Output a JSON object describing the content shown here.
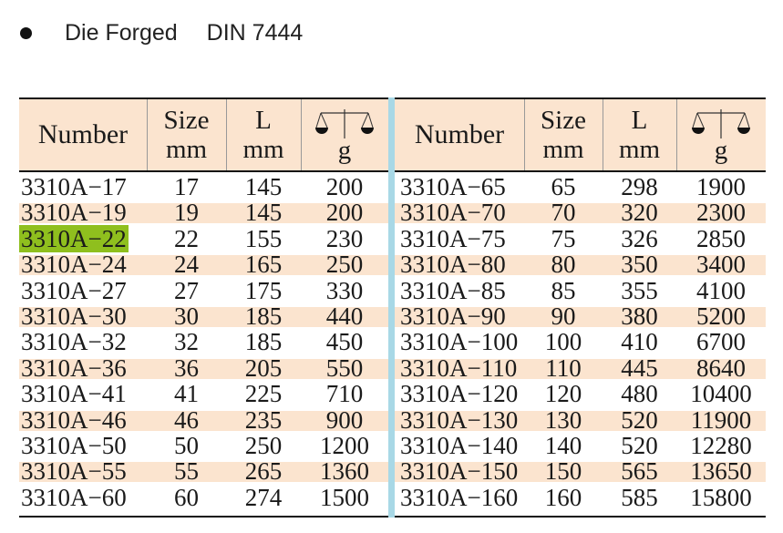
{
  "header": {
    "finish": "Die Forged",
    "standard": "DIN 7444"
  },
  "columns": {
    "number": "Number",
    "size": "Size",
    "size_unit": "mm",
    "length": "L",
    "length_unit": "mm",
    "weight_icon": "balance-scale-icon",
    "weight_unit": "g"
  },
  "highlight_color": "#8fbf1e",
  "header_bg_color": "#fbe4cf",
  "divider_color": "#a8d8e6",
  "highlighted_row": "3310A−22",
  "left_rows": [
    {
      "number": "3310A−17",
      "size": "17",
      "length": "145",
      "weight": "200"
    },
    {
      "number": "3310A−19",
      "size": "19",
      "length": "145",
      "weight": "200"
    },
    {
      "number": "3310A−22",
      "size": "22",
      "length": "155",
      "weight": "230"
    },
    {
      "number": "3310A−24",
      "size": "24",
      "length": "165",
      "weight": "250"
    },
    {
      "number": "3310A−27",
      "size": "27",
      "length": "175",
      "weight": "330"
    },
    {
      "number": "3310A−30",
      "size": "30",
      "length": "185",
      "weight": "440"
    },
    {
      "number": "3310A−32",
      "size": "32",
      "length": "185",
      "weight": "450"
    },
    {
      "number": "3310A−36",
      "size": "36",
      "length": "205",
      "weight": "550"
    },
    {
      "number": "3310A−41",
      "size": "41",
      "length": "225",
      "weight": "710"
    },
    {
      "number": "3310A−46",
      "size": "46",
      "length": "235",
      "weight": "900"
    },
    {
      "number": "3310A−50",
      "size": "50",
      "length": "250",
      "weight": "1200"
    },
    {
      "number": "3310A−55",
      "size": "55",
      "length": "265",
      "weight": "1360"
    },
    {
      "number": "3310A−60",
      "size": "60",
      "length": "274",
      "weight": "1500"
    }
  ],
  "right_rows": [
    {
      "number": "3310A−65",
      "size": "65",
      "length": "298",
      "weight": "1900"
    },
    {
      "number": "3310A−70",
      "size": "70",
      "length": "320",
      "weight": "2300"
    },
    {
      "number": "3310A−75",
      "size": "75",
      "length": "326",
      "weight": "2850"
    },
    {
      "number": "3310A−80",
      "size": "80",
      "length": "350",
      "weight": "3400"
    },
    {
      "number": "3310A−85",
      "size": "85",
      "length": "355",
      "weight": "4100"
    },
    {
      "number": "3310A−90",
      "size": "90",
      "length": "380",
      "weight": "5200"
    },
    {
      "number": "3310A−100",
      "size": "100",
      "length": "410",
      "weight": "6700"
    },
    {
      "number": "3310A−110",
      "size": "110",
      "length": "445",
      "weight": "8640"
    },
    {
      "number": "3310A−120",
      "size": "120",
      "length": "480",
      "weight": "10400"
    },
    {
      "number": "3310A−130",
      "size": "130",
      "length": "520",
      "weight": "11900"
    },
    {
      "number": "3310A−140",
      "size": "140",
      "length": "520",
      "weight": "12280"
    },
    {
      "number": "3310A−150",
      "size": "150",
      "length": "565",
      "weight": "13650"
    },
    {
      "number": "3310A−160",
      "size": "160",
      "length": "585",
      "weight": "15800"
    }
  ]
}
